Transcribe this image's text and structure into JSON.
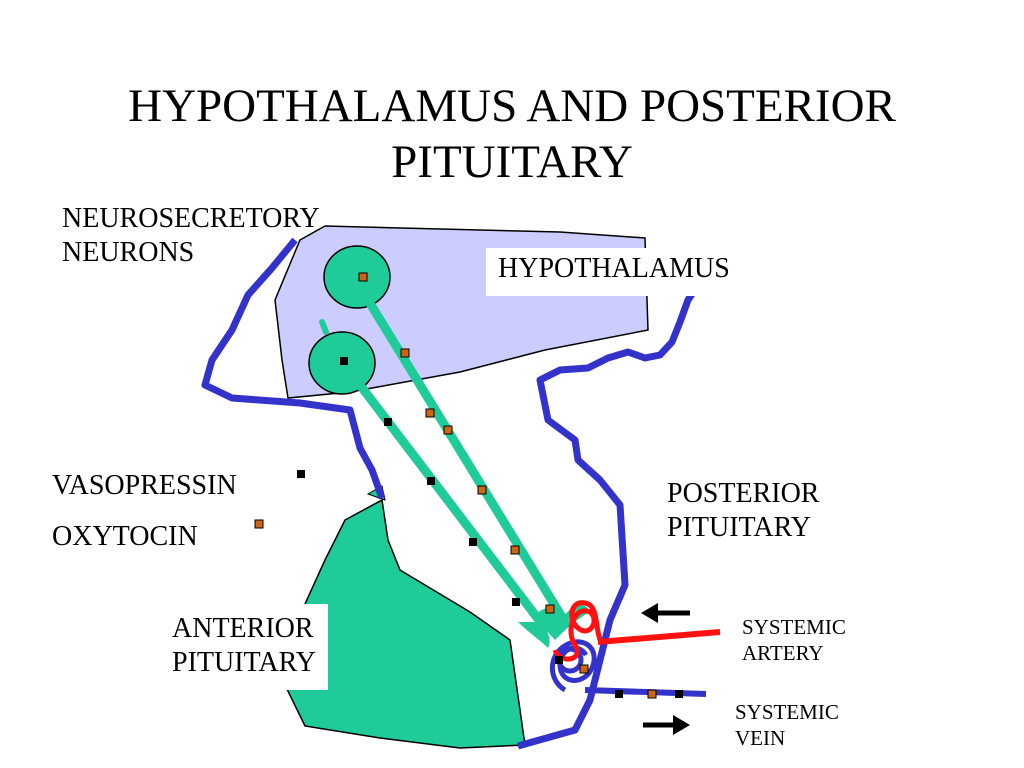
{
  "title_line1": "HYPOTHALAMUS AND POSTERIOR",
  "title_line2": "PITUITARY",
  "labels": {
    "neurosecretory_line1": "NEUROSECRETORY",
    "neurosecretory_line2": "NEURONS",
    "hypothalamus": "HYPOTHALAMUS",
    "vasopressin": "VASOPRESSIN",
    "oxytocin": "OXYTOCIN",
    "posterior_line1": "POSTERIOR",
    "posterior_line2": "PITUITARY",
    "anterior_line1": "ANTERIOR",
    "anterior_line2": "PITUITARY",
    "artery_line1": "SYSTEMIC",
    "artery_line2": "ARTERY",
    "vein_line1": "SYSTEMIC",
    "vein_line2": "VEIN"
  },
  "colors": {
    "hypothalamus_fill": "#ccccff",
    "outline_blue": "#3333cc",
    "neuron_green": "#1fcc99",
    "artery_red": "#ff1111",
    "vasopressin_marker": "#000000",
    "oxytocin_marker": "#cc6611"
  }
}
